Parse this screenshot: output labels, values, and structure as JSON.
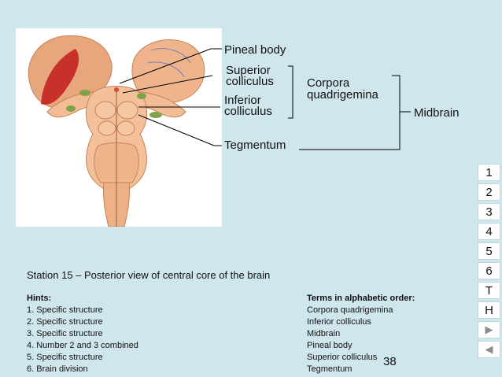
{
  "labels": {
    "pineal_body": "Pineal body",
    "superior_1": "Superior",
    "superior_2": "colliculus",
    "inferior_1": "Inferior",
    "inferior_2": "colliculus",
    "tegmentum": "Tegmentum",
    "corpora_1": "Corpora",
    "corpora_2": "quadrigemina",
    "midbrain": "Midbrain"
  },
  "caption": "Station 15 – Posterior view of central core of the brain",
  "hints": {
    "title": "Hints:",
    "items": [
      "1.  Specific structure",
      "2.  Specific structure",
      "3.  Specific structure",
      "4.  Number 2 and 3 combined",
      "5.  Specific structure",
      "6.  Brain division"
    ]
  },
  "terms": {
    "title": "Terms in alphabetic order:",
    "items": [
      "Corpora quadrigemina",
      "Inferior colliculus",
      "Midbrain",
      "Pineal body",
      "Superior colliculus",
      "Tegmentum"
    ]
  },
  "page_number": "38",
  "nav": {
    "buttons": [
      "1",
      "2",
      "3",
      "4",
      "5",
      "6",
      "T",
      "H"
    ],
    "next_icon": "play-right-icon",
    "prev_icon": "play-left-icon"
  },
  "colors": {
    "background": "#cfe6ec",
    "tissue": "#f0b48a",
    "tissue_dark": "#d7895d",
    "red_part": "#c8312a",
    "green_marks": "#7fa24a"
  }
}
